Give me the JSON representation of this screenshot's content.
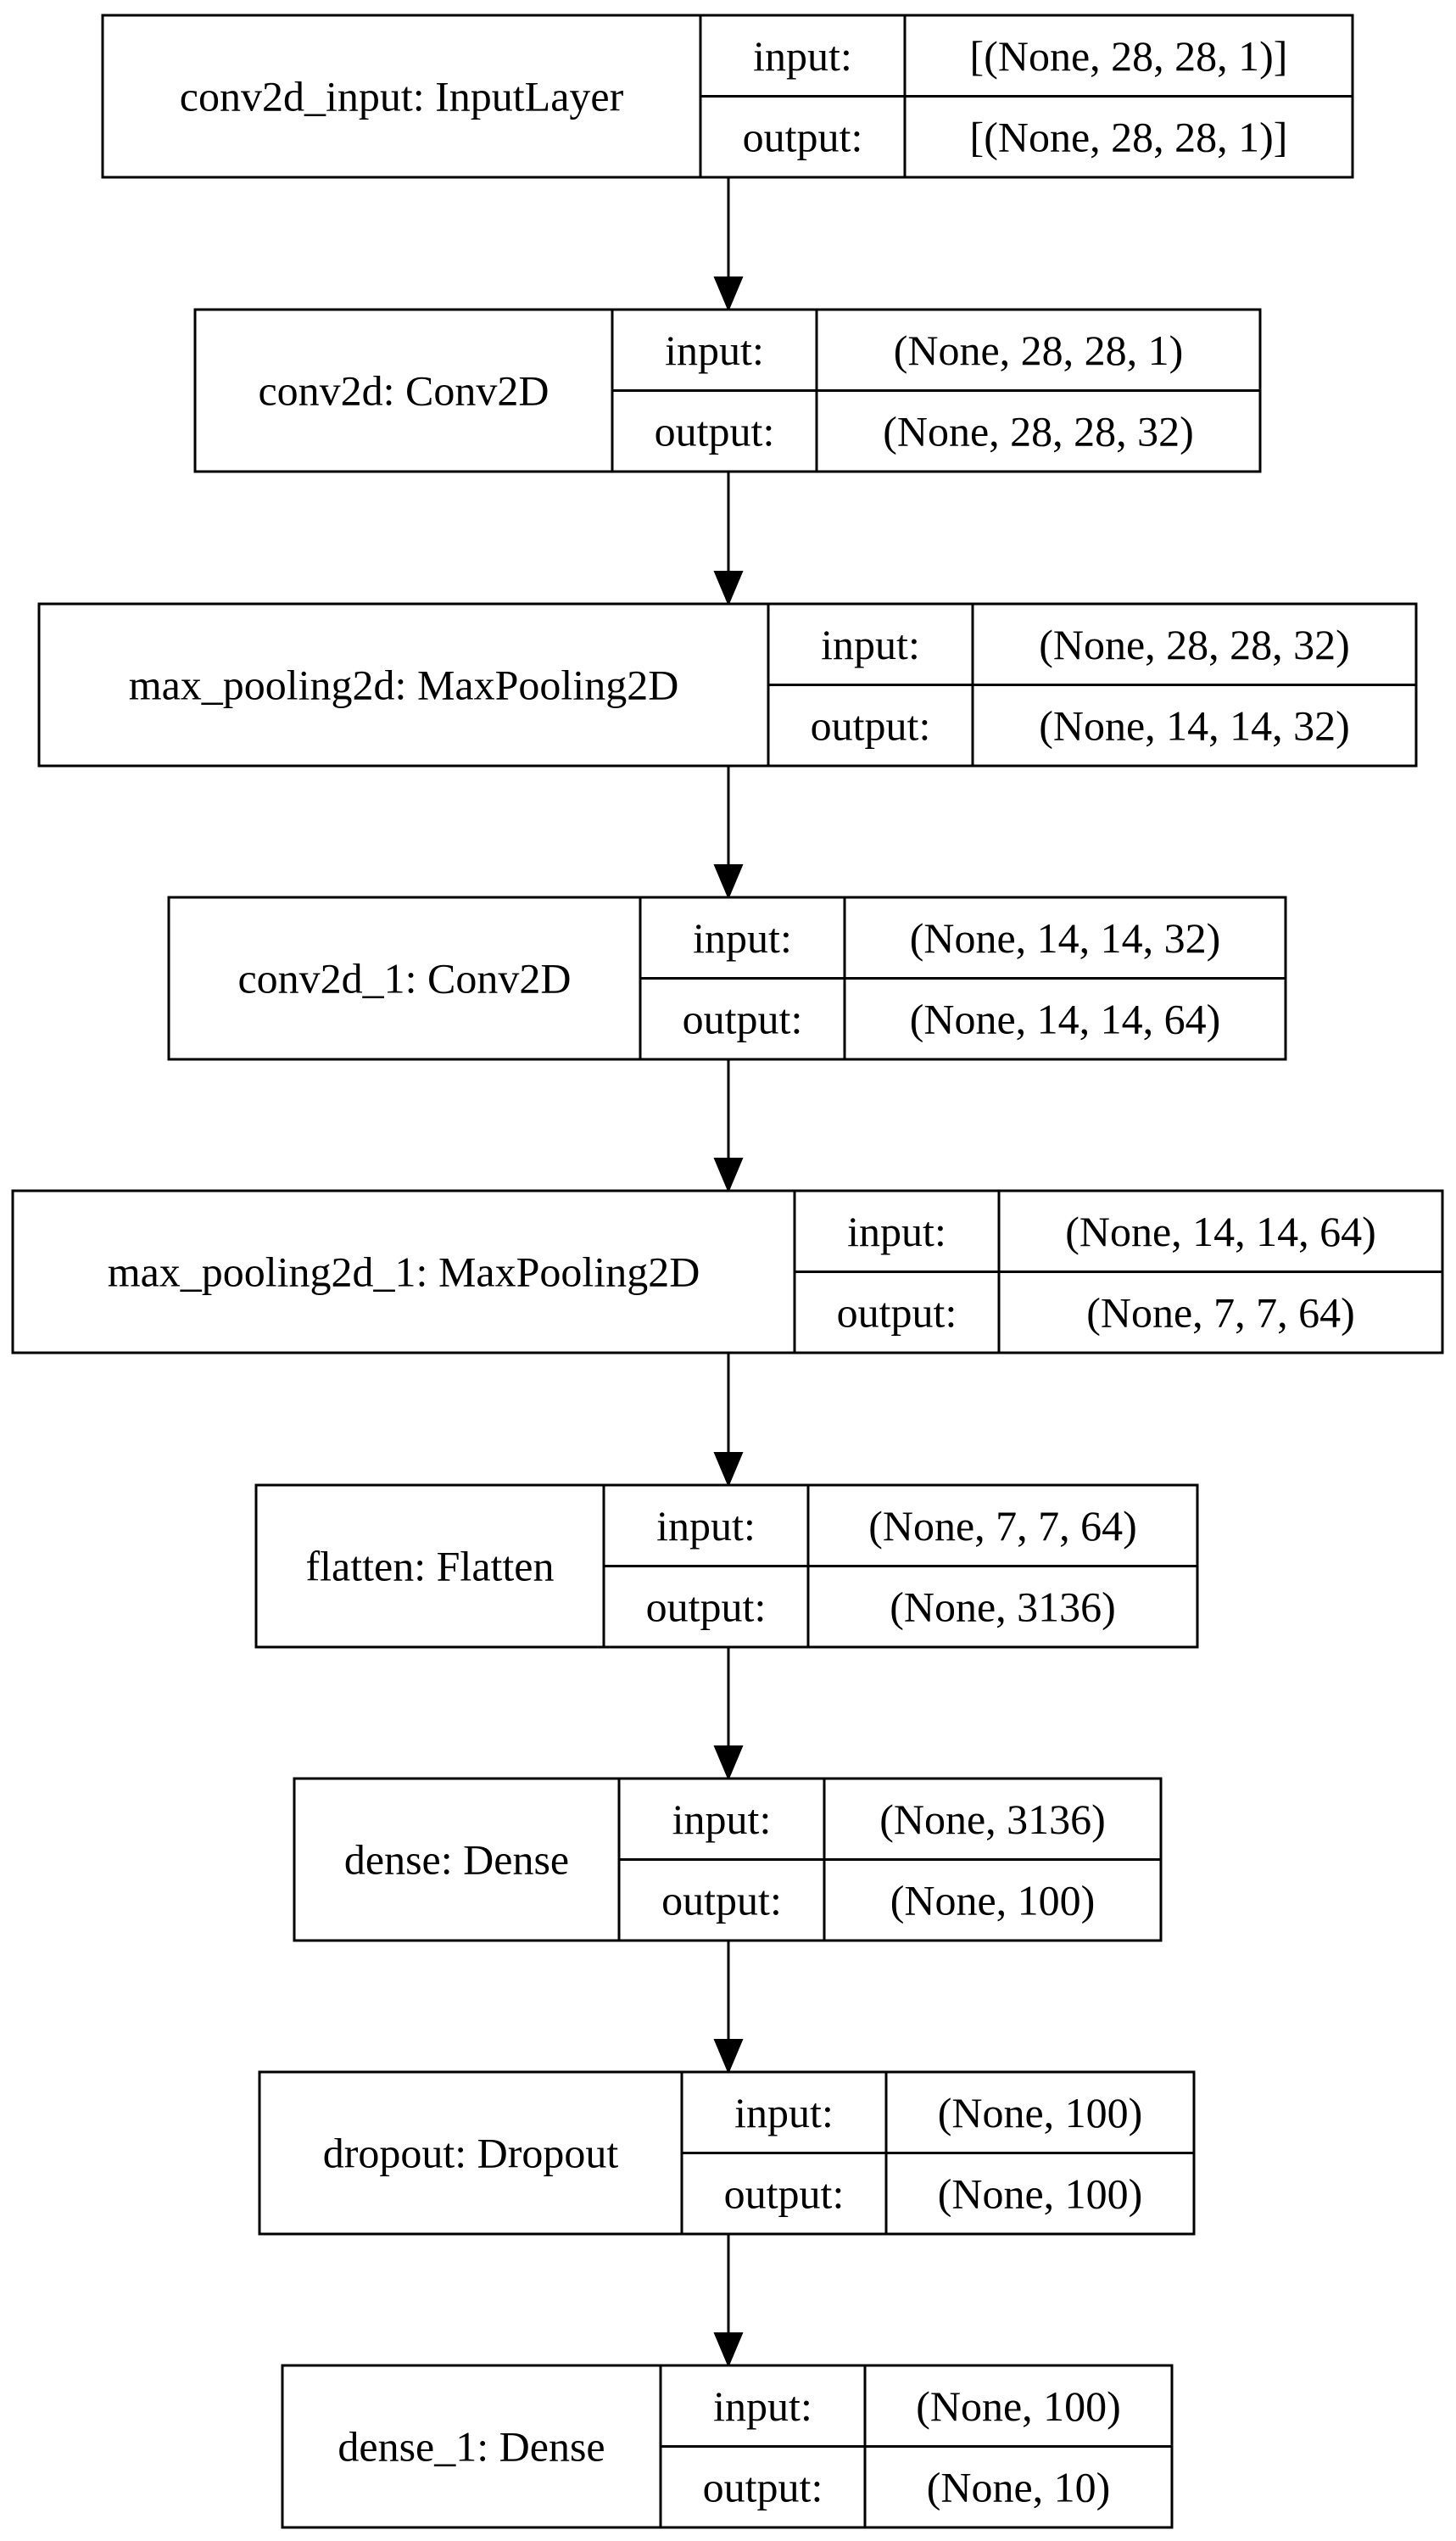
{
  "diagram": {
    "type": "keras-model-plot",
    "layers": [
      {
        "name": "conv2d_input: InputLayer",
        "input_label": "input:",
        "input_shape": "[(None, 28, 28, 1)]",
        "output_label": "output:",
        "output_shape": "[(None, 28, 28, 1)]"
      },
      {
        "name": "conv2d: Conv2D",
        "input_label": "input:",
        "input_shape": "(None, 28, 28, 1)",
        "output_label": "output:",
        "output_shape": "(None, 28, 28, 32)"
      },
      {
        "name": "max_pooling2d: MaxPooling2D",
        "input_label": "input:",
        "input_shape": "(None, 28, 28, 32)",
        "output_label": "output:",
        "output_shape": "(None, 14, 14, 32)"
      },
      {
        "name": "conv2d_1: Conv2D",
        "input_label": "input:",
        "input_shape": "(None, 14, 14, 32)",
        "output_label": "output:",
        "output_shape": "(None, 14, 14, 64)"
      },
      {
        "name": "max_pooling2d_1: MaxPooling2D",
        "input_label": "input:",
        "input_shape": "(None, 14, 14, 64)",
        "output_label": "output:",
        "output_shape": "(None, 7, 7, 64)"
      },
      {
        "name": "flatten: Flatten",
        "input_label": "input:",
        "input_shape": "(None, 7, 7, 64)",
        "output_label": "output:",
        "output_shape": "(None, 3136)"
      },
      {
        "name": "dense: Dense",
        "input_label": "input:",
        "input_shape": "(None, 3136)",
        "output_label": "output:",
        "output_shape": "(None, 100)"
      },
      {
        "name": "dropout: Dropout",
        "input_label": "input:",
        "input_shape": "(None, 100)",
        "output_label": "output:",
        "output_shape": "(None, 100)"
      },
      {
        "name": "dense_1: Dense",
        "input_label": "input:",
        "input_shape": "(None, 100)",
        "output_label": "output:",
        "output_shape": "(None, 10)"
      }
    ],
    "edges": [
      {
        "from": 0,
        "to": 1
      },
      {
        "from": 1,
        "to": 2
      },
      {
        "from": 2,
        "to": 3
      },
      {
        "from": 3,
        "to": 4
      },
      {
        "from": 4,
        "to": 5
      },
      {
        "from": 5,
        "to": 6
      },
      {
        "from": 6,
        "to": 7
      },
      {
        "from": 7,
        "to": 8
      }
    ]
  }
}
